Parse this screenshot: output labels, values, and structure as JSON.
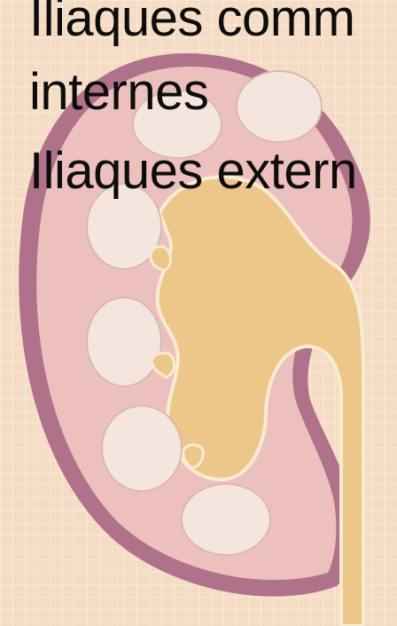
{
  "labels": {
    "line1": "Iliaques comm",
    "line2": "internes",
    "line3": "Iliaques extern"
  },
  "colors": {
    "background": "#f5dcc4",
    "capsule": "#b0728a",
    "cortex": "#ecc1bd",
    "medulla_pyramid": "#f4e6df",
    "pelvis": "#ecc789",
    "ureter": "#e8bf7e",
    "text": "#0d0d0d"
  },
  "icons": [
    "kidney-cross-section"
  ]
}
